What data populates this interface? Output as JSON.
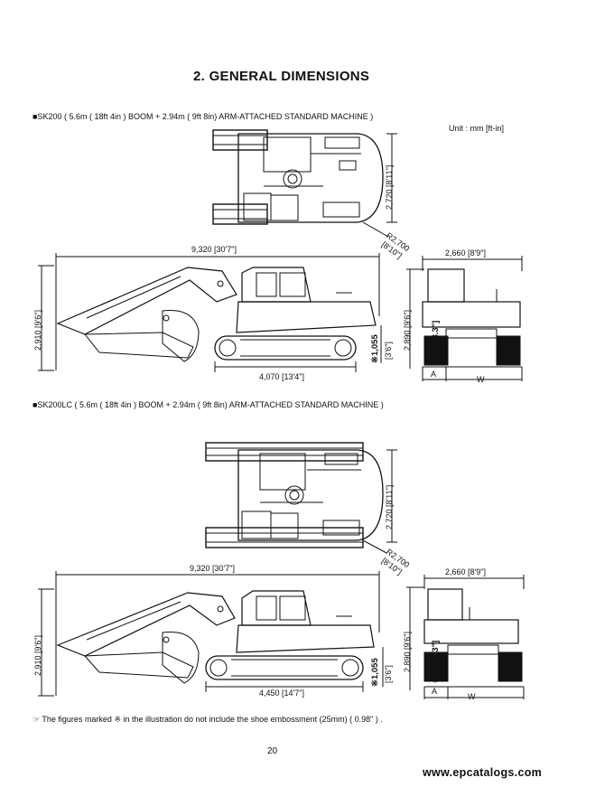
{
  "page_title": "2.  GENERAL DIMENSIONS",
  "unit_label": "Unit : mm [ft-in]",
  "sections": [
    {
      "heading": "■SK200 ( 5.6m ( 18ft 4in ) BOOM + 2.94m ( 9ft 8in) ARM-ATTACHED STANDARD MACHINE )",
      "top_width": "2,720 [8'11\"]",
      "swing_radius": "R2,700",
      "swing_radius_ft": "[8'10\"]",
      "overall_length": "9,320 [30'7\"]",
      "overall_height": "2,910 [9'6\"]",
      "ground_clearance": "※1,055",
      "ground_clearance_ft": "[3'6\"]",
      "tumbler_distance": "4,070 [13'4\"]",
      "overall_width": "2,660 [8'9\"]",
      "cab_height": "2,890 [9'6\"]",
      "min_clearance": "※465",
      "min_clearance_ft": "[18.3\"]",
      "label_a": "A",
      "label_w": "W"
    },
    {
      "heading": "■SK200LC ( 5.6m ( 18ft 4in ) BOOM + 2.94m ( 9ft 8in) ARM-ATTACHED STANDARD MACHINE )",
      "top_width": "2,720 [8'11\"]",
      "swing_radius": "R2,700",
      "swing_radius_ft": "[8'10\"]",
      "overall_length": "9,320 [30'7\"]",
      "overall_height": "2,910 [9'6\"]",
      "ground_clearance": "※1,055",
      "ground_clearance_ft": "[3'6\"]",
      "tumbler_distance": "4,450 [14'7\"]",
      "overall_width": "2,660 [8'9\"]",
      "cab_height": "2,890 [9'6\"]",
      "min_clearance": "※465",
      "min_clearance_ft": "[18.3\"]",
      "label_a": "A",
      "label_w": "W"
    }
  ],
  "note": "☞ The figures marked ※ in the illustration do not include the shoe embossment (25mm) ( 0.98\" ) .",
  "page_number": "20",
  "watermark": "www.epcatalogs.com"
}
